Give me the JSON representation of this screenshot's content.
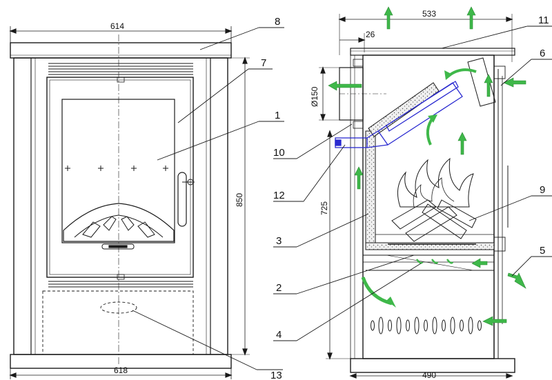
{
  "dimensions": {
    "front_top_width": "614",
    "front_bottom_width": "618",
    "front_height": "850",
    "side_top_width": "533",
    "side_flue_offset": "26",
    "flue_diameter": "Ø150",
    "side_height": "725",
    "side_bottom_width": "490"
  },
  "callouts": [
    {
      "id": "c8",
      "label": "8"
    },
    {
      "id": "c7",
      "label": "7"
    },
    {
      "id": "c1",
      "label": "1"
    },
    {
      "id": "c13",
      "label": "13"
    },
    {
      "id": "c11",
      "label": "11"
    },
    {
      "id": "c6",
      "label": "6"
    },
    {
      "id": "c10",
      "label": "10"
    },
    {
      "id": "c12",
      "label": "12"
    },
    {
      "id": "c3",
      "label": "3"
    },
    {
      "id": "c9",
      "label": "9"
    },
    {
      "id": "c5",
      "label": "5"
    },
    {
      "id": "c2",
      "label": "2"
    },
    {
      "id": "c4",
      "label": "4"
    }
  ],
  "colors": {
    "line": "#1a1a1a",
    "airflow_arrow": "#3fb84a",
    "pipe": "#2a2ad0",
    "insulation": "#d9d9d9"
  }
}
